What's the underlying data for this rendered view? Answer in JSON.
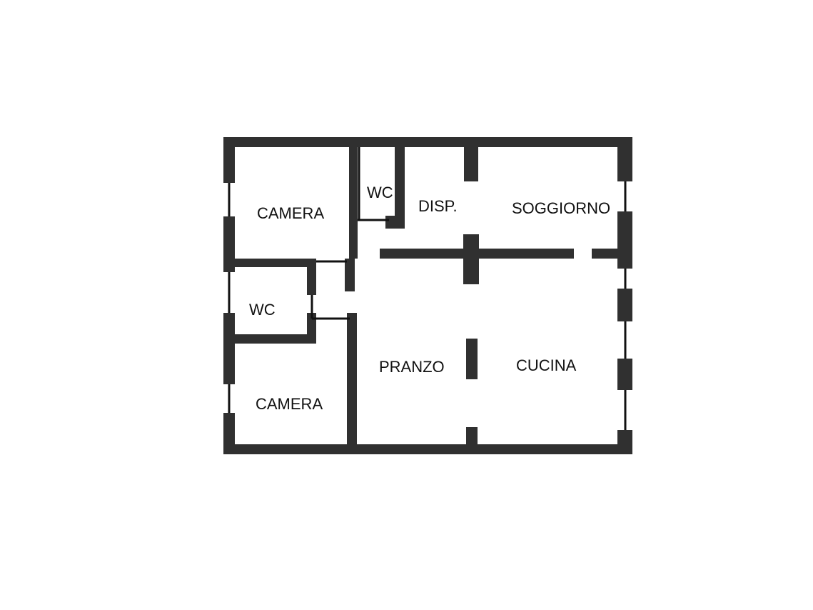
{
  "rooms": {
    "camera_top": "CAMERA",
    "wc_top": "WC",
    "disp": "DISP.",
    "soggiorno": "SOGGIORNO",
    "wc_left": "WC",
    "pranzo": "PRANZO",
    "cucina": "CUCINA",
    "camera_bottom": "CAMERA"
  },
  "colors": {
    "wall": "#303030",
    "background": "#ffffff"
  }
}
